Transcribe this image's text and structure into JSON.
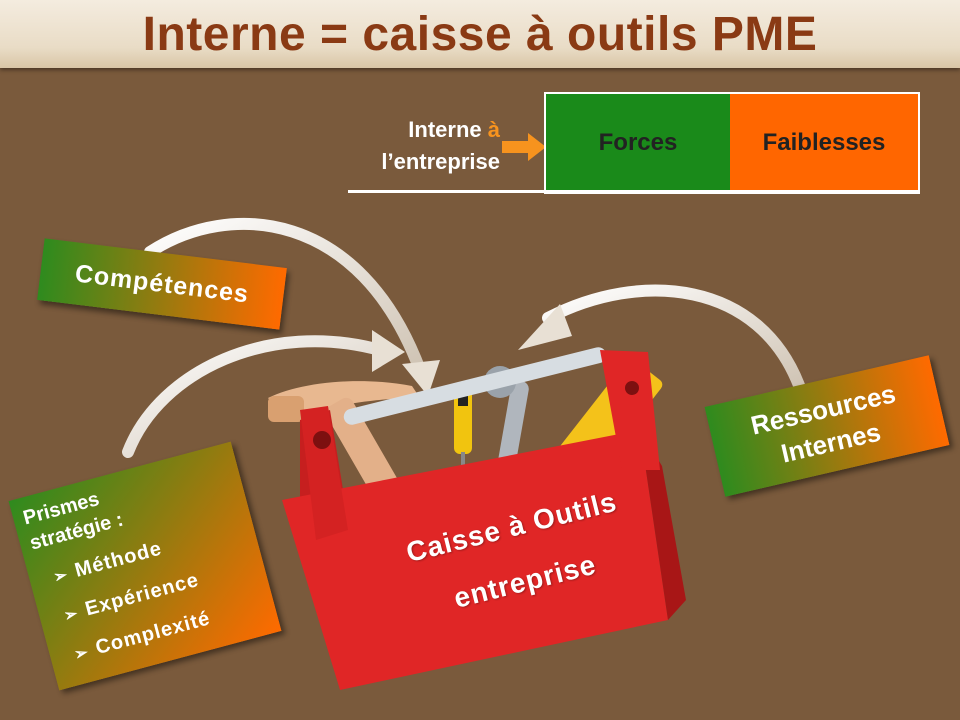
{
  "title": "Interne = caisse à outils PME",
  "header_row": {
    "label_part1": "Interne ",
    "label_accent": "à",
    "label_part2": "l’entreprise",
    "forces": "Forces",
    "faiblesses": "Faiblesses"
  },
  "tags": {
    "competences": "Compétences",
    "ressources_line1": "Ressources",
    "ressources_line2": "Internes",
    "prismes_title_line1": "Prismes",
    "prismes_title_line2": "stratégie :",
    "prismes_items": [
      "Méthode",
      "Expérience",
      "Complexité"
    ]
  },
  "toolbox": {
    "line1": "Caisse à Outils",
    "line2": "entreprise"
  },
  "colors": {
    "background": "#7a5a3c",
    "title": "#8a3a14",
    "green": "#1a8a1a",
    "orange": "#ff6600",
    "accent": "#f7931e",
    "toolbox_red": "#e02626"
  }
}
